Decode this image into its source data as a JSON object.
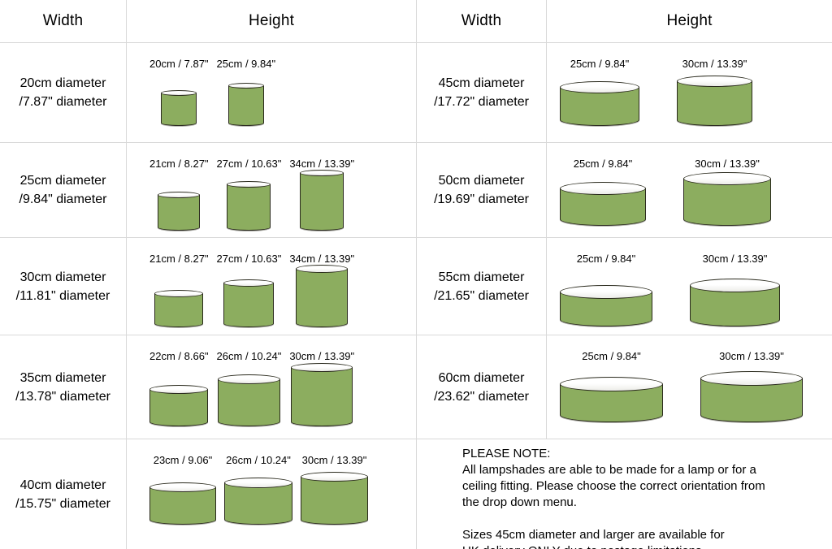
{
  "colors": {
    "shade_green": "#8cad5f",
    "shade_outline": "#2a2a1d",
    "grid_line": "#d9d9d9",
    "text": "#000000"
  },
  "tables": [
    {
      "id": "left",
      "header": {
        "width": "Width",
        "height": "Height"
      },
      "rows": [
        {
          "width": "20cm diameter\n/7.87\" diameter",
          "shades": [
            {
              "label": "20cm / 7.87\"",
              "w": 44,
              "h": 44
            },
            {
              "label": "25cm / 9.84\"",
              "w": 44,
              "h": 53
            }
          ]
        },
        {
          "width": "25cm diameter\n/9.84\" diameter",
          "shades": [
            {
              "label": "21cm / 8.27\"",
              "w": 52,
              "h": 48
            },
            {
              "label": "27cm / 10.63\"",
              "w": 54,
              "h": 61
            },
            {
              "label": "34cm / 13.39\"",
              "w": 54,
              "h": 78
            }
          ]
        },
        {
          "width": "30cm diameter\n/11.81\" diameter",
          "shades": [
            {
              "label": "21cm / 8.27\"",
              "w": 60,
              "h": 46
            },
            {
              "label": "27cm / 10.63\"",
              "w": 62,
              "h": 59
            },
            {
              "label": "34cm / 13.39\"",
              "w": 64,
              "h": 84
            }
          ]
        },
        {
          "width": "35cm diameter\n/13.78\" diameter",
          "shades": [
            {
              "label": "22cm / 8.66\"",
              "w": 72,
              "h": 51
            },
            {
              "label": "26cm / 10.24\"",
              "w": 77,
              "h": 64
            },
            {
              "label": "30cm / 13.39\"",
              "w": 76,
              "h": 78
            }
          ]
        },
        {
          "width": "40cm diameter\n/15.75\" diameter",
          "shades": [
            {
              "label": "23cm / 9.06\"",
              "w": 82,
              "h": 52
            },
            {
              "label": "26cm / 10.24\"",
              "w": 84,
              "h": 58
            },
            {
              "label": "30cm / 13.39\"",
              "w": 83,
              "h": 65
            }
          ]
        }
      ]
    },
    {
      "id": "right",
      "header": {
        "width": "Width",
        "height": "Height"
      },
      "rows": [
        {
          "width": "45cm diameter\n/17.72\" diameter",
          "shades": [
            {
              "label": "25cm / 9.84\"",
              "w": 98,
              "h": 55
            },
            {
              "label": "30cm / 13.39\"",
              "w": 93,
              "h": 62
            }
          ]
        },
        {
          "width": "50cm diameter\n/19.69\" diameter",
          "shades": [
            {
              "label": "25cm / 9.84\"",
              "w": 106,
              "h": 54
            },
            {
              "label": "30cm / 13.39\"",
              "w": 108,
              "h": 66
            }
          ]
        },
        {
          "width": "55cm diameter\n/21.65\" diameter",
          "shades": [
            {
              "label": "25cm / 9.84\"",
              "w": 114,
              "h": 51
            },
            {
              "label": "30cm / 13.39\"",
              "w": 111,
              "h": 59
            }
          ]
        },
        {
          "width": "60cm diameter\n/23.62\" diameter",
          "shades": [
            {
              "label": "25cm / 9.84\"",
              "w": 127,
              "h": 56
            },
            {
              "label": "30cm / 13.39\"",
              "w": 126,
              "h": 63
            }
          ]
        }
      ]
    }
  ],
  "note": {
    "title": "PLEASE NOTE:",
    "body": "All lampshades are able to be made for a lamp or for a\nceiling fitting. Please choose the correct orientation from\nthe drop down menu.\n\nSizes 45cm diameter and larger are available for\nUK delivery ONLY due to postage limitations"
  }
}
